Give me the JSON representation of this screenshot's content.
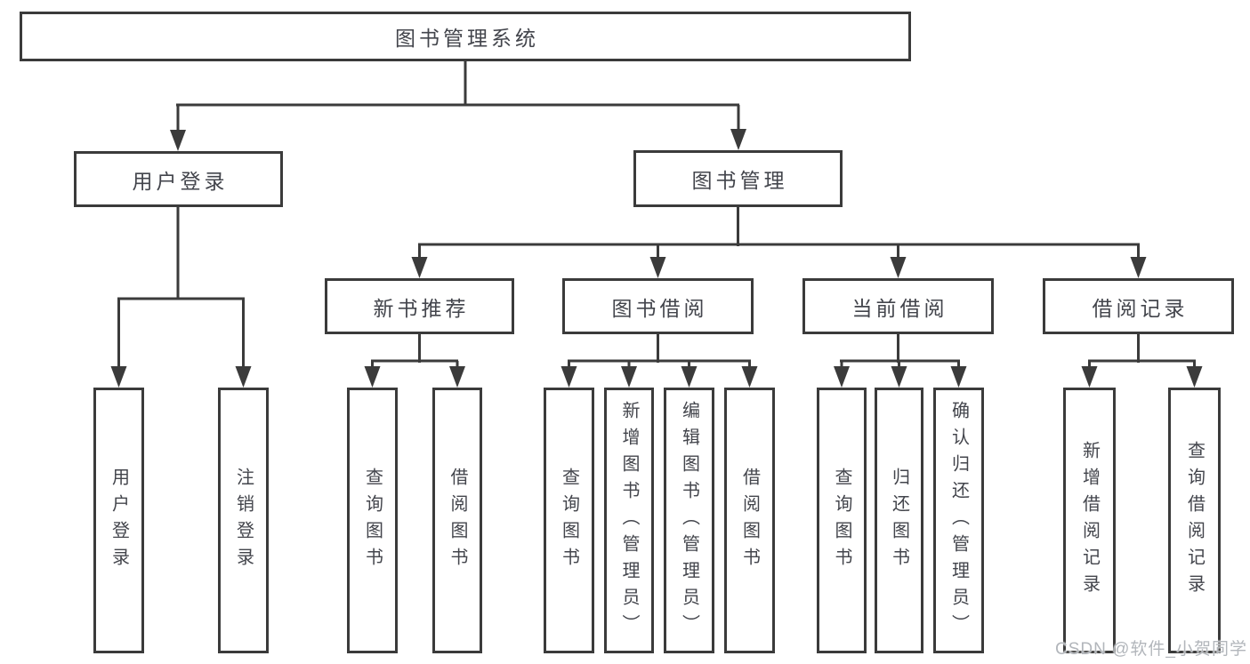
{
  "diagram": {
    "root": {
      "label": "图书管理系统"
    },
    "level2": [
      {
        "label": "用户登录"
      },
      {
        "label": "图书管理"
      }
    ],
    "level3": [
      {
        "label": "新书推荐",
        "parent": "图书管理"
      },
      {
        "label": "图书借阅",
        "parent": "图书管理"
      },
      {
        "label": "当前借阅",
        "parent": "图书管理"
      },
      {
        "label": "借阅记录",
        "parent": "图书管理"
      }
    ],
    "leaves": [
      {
        "label": "用户登录",
        "parent": "用户登录"
      },
      {
        "label": "注销登录",
        "parent": "用户登录"
      },
      {
        "label": "查询图书",
        "parent": "新书推荐"
      },
      {
        "label": "借阅图书",
        "parent": "新书推荐"
      },
      {
        "label": "查询图书",
        "parent": "图书借阅"
      },
      {
        "label": "新增图书（管理员）",
        "parent": "图书借阅"
      },
      {
        "label": "编辑图书（管理员）",
        "parent": "图书借阅"
      },
      {
        "label": "借阅图书",
        "parent": "图书借阅"
      },
      {
        "label": "查询图书",
        "parent": "当前借阅"
      },
      {
        "label": "归还图书",
        "parent": "当前借阅"
      },
      {
        "label": "确认归还（管理员）",
        "parent": "当前借阅"
      },
      {
        "label": "新增借阅记录",
        "parent": "借阅记录"
      },
      {
        "label": "查询借阅记录",
        "parent": "借阅记录"
      }
    ]
  },
  "watermark": {
    "text": "CSDN @软件_小贺同学"
  },
  "colors": {
    "line": "#3b3b3b",
    "box_border": "#3b3b3b",
    "text": "#43454c",
    "background": "#ffffff",
    "watermark_text": "#b2b6bb"
  }
}
